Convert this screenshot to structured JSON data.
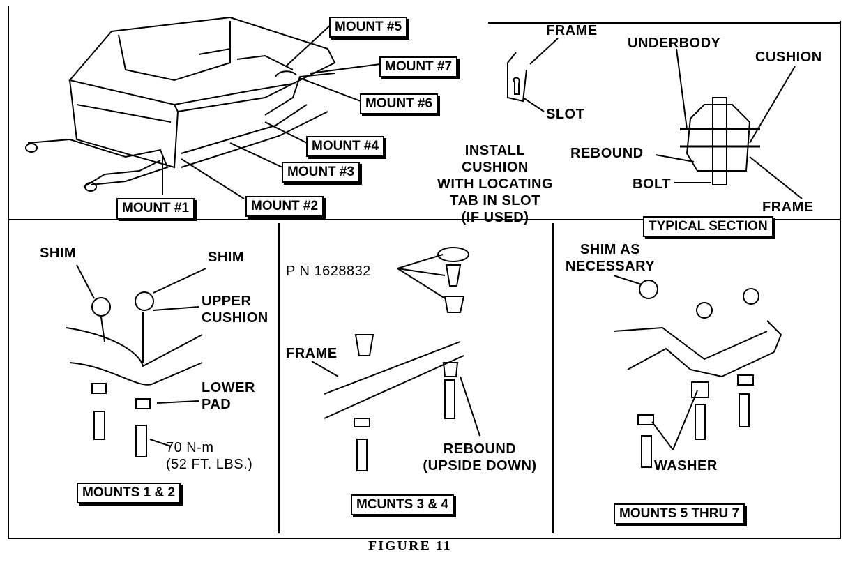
{
  "figure_caption": "FIGURE 11",
  "vehicle_mounts": {
    "m1": "MOUNT #1",
    "m2": "MOUNT #2",
    "m3": "MOUNT #3",
    "m4": "MOUNT #4",
    "m5": "MOUNT #5",
    "m6": "MOUNT #6",
    "m7": "MOUNT #7"
  },
  "frame_slot": {
    "frame": "FRAME",
    "slot": "SLOT"
  },
  "install_note": [
    "INSTALL",
    "CUSHION",
    "WITH LOCATING",
    "TAB IN SLOT",
    "(IF USED)"
  ],
  "typical_section": {
    "title": "TYPICAL SECTION",
    "underbody": "UNDERBODY",
    "cushion": "CUSHION",
    "rebound": "REBOUND",
    "bolt": "BOLT",
    "frame": "FRAME"
  },
  "panel_1_2": {
    "title": "MOUNTS 1 & 2",
    "shim_left": "SHIM",
    "shim_right": "SHIM",
    "upper_cushion": [
      "UPPER",
      "CUSHION"
    ],
    "lower_pad": [
      "LOWER",
      "PAD"
    ],
    "torque": [
      "70 N-m",
      "(52 FT. LBS.)"
    ]
  },
  "panel_3_4": {
    "title": "MCUNTS 3 & 4",
    "part_number": "P N 1628832",
    "frame": "FRAME",
    "rebound": [
      "REBOUND",
      "(UPSIDE DOWN)"
    ]
  },
  "panel_5_7": {
    "title": "MOUNTS 5 THRU 7",
    "shim": [
      "SHIM AS",
      "NECESSARY"
    ],
    "washer": "WASHER"
  }
}
